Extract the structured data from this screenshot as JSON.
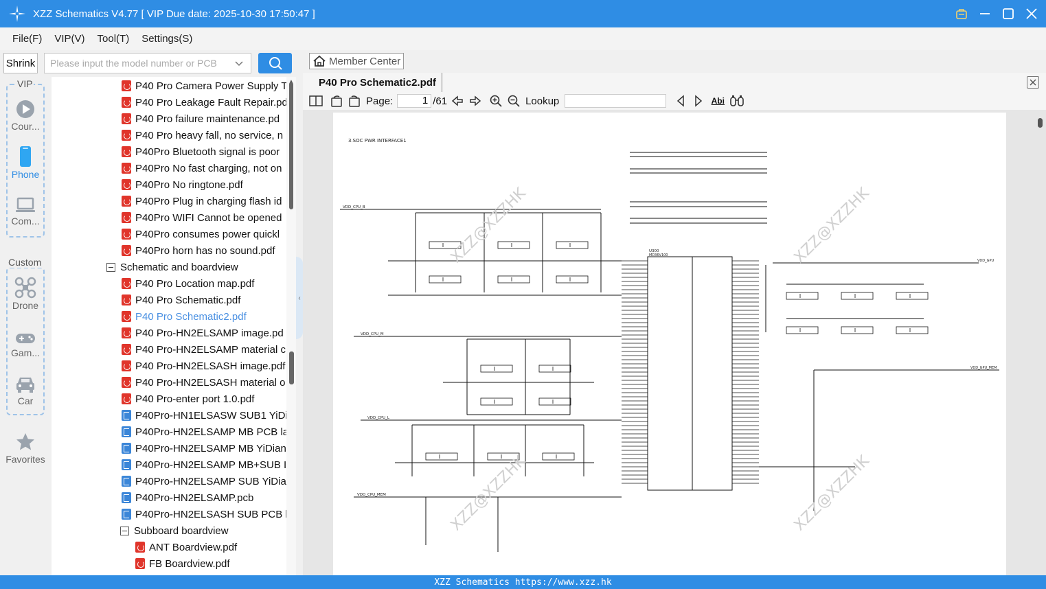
{
  "window": {
    "title": "XZZ Schematics V4.77 [ VIP Due date: 2025-10-30 17:50:47 ]",
    "accent": "#2f8de4"
  },
  "menu": [
    "File(F)",
    "VIP(V)",
    "Tool(T)",
    "Settings(S)"
  ],
  "left_toolbar": {
    "shrink_label": "Shrink",
    "search_placeholder": "Please input the model number or PCB"
  },
  "categories": {
    "vip_label": "VIP",
    "custom_label": "Custom",
    "items": [
      {
        "label": "Cour...",
        "icon": "play-icon"
      },
      {
        "label": "Phone",
        "icon": "phone-icon"
      },
      {
        "label": "Com...",
        "icon": "laptop-icon"
      },
      {
        "label": "Drone",
        "icon": "drone-icon"
      },
      {
        "label": "Gam...",
        "icon": "gamepad-icon"
      },
      {
        "label": "Car",
        "icon": "car-icon"
      },
      {
        "label": "Favorites",
        "icon": "star-icon"
      }
    ]
  },
  "tree": [
    {
      "type": "pdf",
      "indent": 1,
      "label": "P40 Pro Camera Power Supply T"
    },
    {
      "type": "pdf",
      "indent": 1,
      "label": "P40 Pro Leakage Fault Repair.pd"
    },
    {
      "type": "pdf",
      "indent": 1,
      "label": "P40 Pro failure maintenance.pd"
    },
    {
      "type": "pdf",
      "indent": 1,
      "label": "P40 Pro heavy fall, no service, n"
    },
    {
      "type": "pdf",
      "indent": 1,
      "label": "P40Pro Bluetooth signal is poor"
    },
    {
      "type": "pdf",
      "indent": 1,
      "label": "P40Pro No fast charging, not on"
    },
    {
      "type": "pdf",
      "indent": 1,
      "label": "P40Pro No ringtone.pdf"
    },
    {
      "type": "pdf",
      "indent": 1,
      "label": "P40Pro Plug in charging flash id"
    },
    {
      "type": "pdf",
      "indent": 1,
      "label": "P40Pro WIFI Cannot be opened"
    },
    {
      "type": "pdf",
      "indent": 1,
      "label": "P40Pro consumes power quickl"
    },
    {
      "type": "pdf",
      "indent": 1,
      "label": "P40Pro horn has no sound.pdf"
    },
    {
      "type": "folder",
      "indent": 0,
      "label": "Schematic and boardview"
    },
    {
      "type": "pdf",
      "indent": 1,
      "label": "P40 Pro Location map.pdf"
    },
    {
      "type": "pdf",
      "indent": 1,
      "label": "P40 Pro Schematic.pdf"
    },
    {
      "type": "pdf",
      "indent": 1,
      "label": "P40 Pro Schematic2.pdf",
      "selected": true
    },
    {
      "type": "pdf",
      "indent": 1,
      "label": "P40 Pro-HN2ELSAMP image.pd"
    },
    {
      "type": "pdf",
      "indent": 1,
      "label": "P40 Pro-HN2ELSAMP material c"
    },
    {
      "type": "pdf",
      "indent": 1,
      "label": "P40 Pro-HN2ELSASH image.pdf"
    },
    {
      "type": "pdf",
      "indent": 1,
      "label": "P40 Pro-HN2ELSASH material o"
    },
    {
      "type": "pdf",
      "indent": 1,
      "label": "P40 Pro-enter port 1.0.pdf"
    },
    {
      "type": "pcb",
      "indent": 1,
      "label": "P40Pro-HN1ELSASW SUB1 YiDia"
    },
    {
      "type": "pcb",
      "indent": 1,
      "label": "P40Pro-HN2ELSAMP MB PCB la"
    },
    {
      "type": "pcb",
      "indent": 1,
      "label": "P40Pro-HN2ELSAMP MB YiDian"
    },
    {
      "type": "pcb",
      "indent": 1,
      "label": "P40Pro-HN2ELSAMP MB+SUB I"
    },
    {
      "type": "pcb",
      "indent": 1,
      "label": "P40Pro-HN2ELSAMP SUB YiDia"
    },
    {
      "type": "pcb",
      "indent": 1,
      "label": "P40Pro-HN2ELSAMP.pcb"
    },
    {
      "type": "pcb",
      "indent": 1,
      "label": "P40Pro-HN2ELSASH SUB PCB la"
    },
    {
      "type": "folder",
      "indent": 1,
      "label": "Subboard boardview"
    },
    {
      "type": "pdf",
      "indent": 2,
      "label": "ANT Boardview.pdf"
    },
    {
      "type": "pdf",
      "indent": 2,
      "label": "FB Boardview.pdf"
    }
  ],
  "member_center": "Member Center",
  "document": {
    "tab_title": "P40 Pro Schematic2.pdf",
    "page_label": "Page:",
    "page_current": "1",
    "page_total": "/61",
    "lookup_label": "Lookup",
    "abi_label": "Abi"
  },
  "schematic": {
    "header": "3.SOC   PWR   INTERFACE1",
    "nets": [
      "VDD_CPU_B",
      "VDD_CPU_M",
      "VDD_CPU_L",
      "VDD_CPU_MEM",
      "VDD_GPU",
      "VDD_GPU_MEM"
    ],
    "chip": "U300",
    "chip_part": "MD36V100",
    "watermark": "XZZ@XZZHK"
  },
  "status_text": "XZZ Schematics https://www.xzz.hk"
}
